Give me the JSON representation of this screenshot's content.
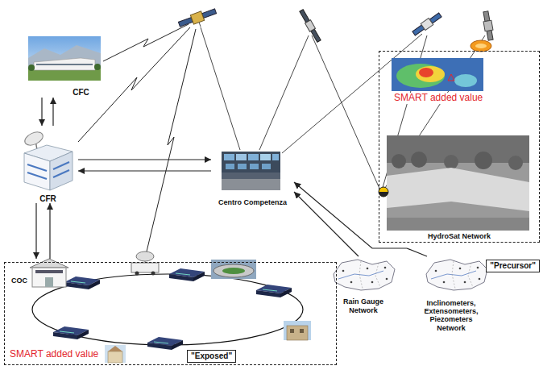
{
  "diagram": {
    "nodes": [
      {
        "text": [
          "CFC"
        ]
      },
      {
        "text": [
          "CFR"
        ]
      },
      {
        "text": [
          "Centro Competenza"
        ]
      },
      {
        "text": [
          "SMART added value",
          "HydroSat Network"
        ]
      },
      {
        "text": [
          "Rain Gauge Network"
        ]
      },
      {
        "text": [
          "Inclinometers, Extensometers, Piezometers Network"
        ]
      },
      {
        "text": [
          "\"Precursor\""
        ]
      },
      {
        "text": [
          "SMART added value"
        ]
      },
      {
        "text": [
          "COC"
        ],
        "in": 7
      },
      {
        "text": [
          "\"Exposed\""
        ],
        "in": 7
      }
    ],
    "edges": [
      {
        "from": 0,
        "to": 1,
        "arrow": "to"
      },
      {
        "from": 1,
        "to": 0,
        "arrow": "to"
      },
      {
        "from": 1,
        "to": 2,
        "arrow": "to"
      },
      {
        "from": 2,
        "to": 1,
        "arrow": "to"
      },
      {
        "from": 1,
        "to": 8,
        "arrow": "to"
      },
      {
        "from": 8,
        "to": 1,
        "arrow": "to"
      },
      {
        "from": 4,
        "to": 2,
        "arrow": "to"
      },
      {
        "from": 5,
        "to": 2,
        "arrow": "to"
      }
    ]
  }
}
